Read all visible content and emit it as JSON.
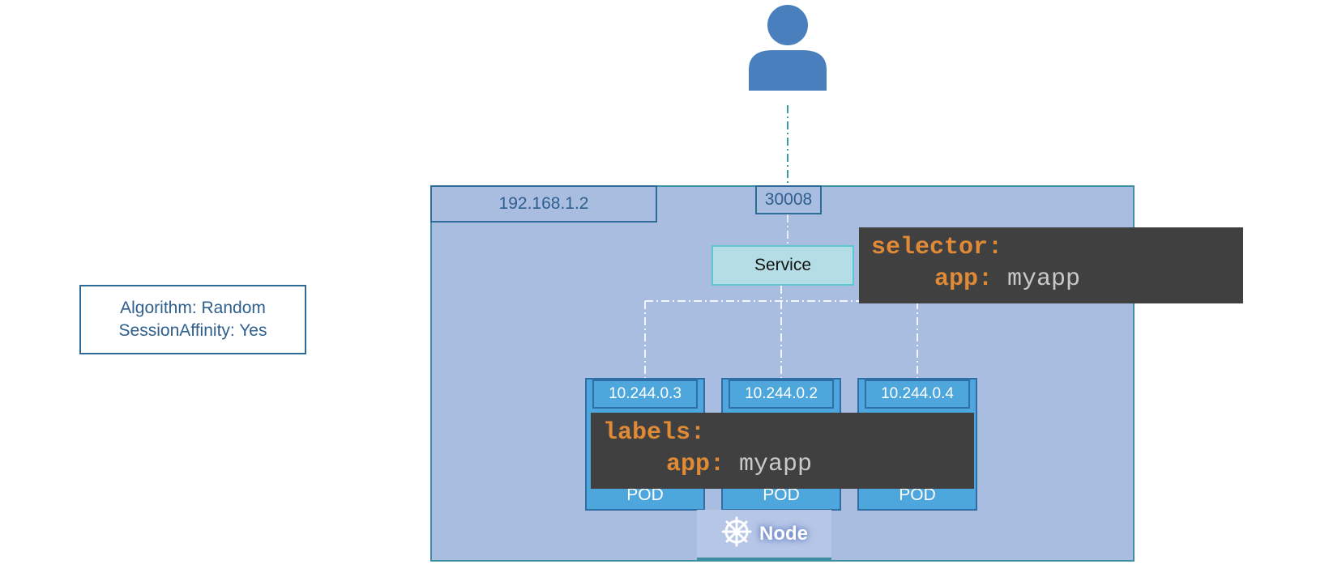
{
  "algorithm": {
    "line1": "Algorithm: Random",
    "line2": "SessionAffinity: Yes"
  },
  "node": {
    "ip": "192.168.1.2",
    "node_port": "30008",
    "label": "Node"
  },
  "service": {
    "label": "Service",
    "selector_key": "selector:",
    "selector_app_key": "app:",
    "selector_app_value": " myapp"
  },
  "pods": [
    {
      "ip": "10.244.0.3",
      "label": "POD"
    },
    {
      "ip": "10.244.0.2",
      "label": "POD"
    },
    {
      "ip": "10.244.0.4",
      "label": "POD"
    }
  ],
  "labels": {
    "key": "labels:",
    "app_key": "app:",
    "app_value": " myapp"
  },
  "colors": {
    "node_fill": "#a9bde1",
    "pod_fill": "#4da6dc",
    "service_fill": "#b4dde6",
    "code_bg": "#404040",
    "keyword": "#e08a36",
    "user_icon": "#4a7fbe"
  },
  "icons": {
    "user": "user-icon",
    "helm": "kubernetes-helm-icon"
  }
}
